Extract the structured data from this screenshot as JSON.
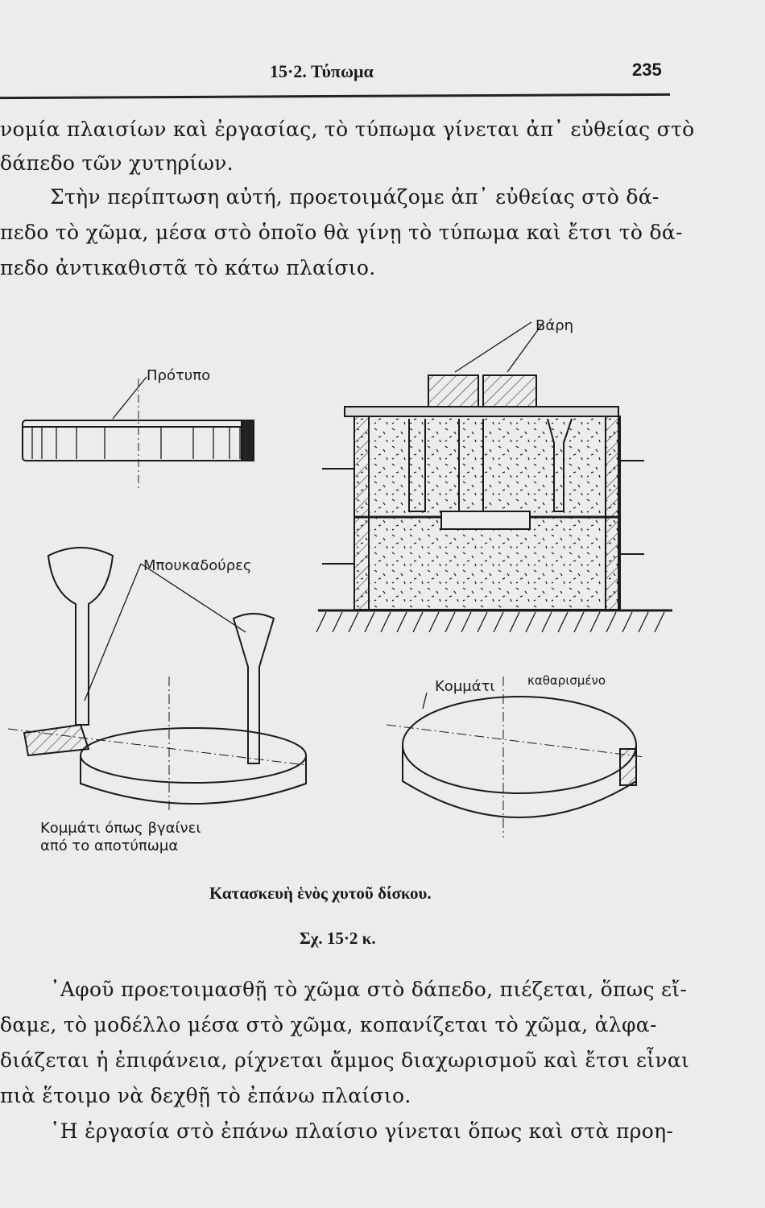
{
  "header": {
    "title": "15·2. Τύπωμα",
    "page_number": "235"
  },
  "top_text": [
    "νομία πλαισίων καὶ ἐργασίας, τὸ τύπωμα γίνεται ἀπ᾽ εὐθείας στὸ",
    "δάπεδο τῶν χυτηρίων.",
    "Στὴν περίπτωση αὐτή, προετοιμάζομε ἀπ᾽ εὐθείας στὸ δά-",
    "πεδο τὸ χῶμα, μέσα στὸ ὁποῖο θὰ γίνῃ τὸ τύπωμα καὶ ἔτσι τὸ δά-",
    "πεδο ἀντικαθιστᾶ τὸ κάτω πλαίσιο."
  ],
  "figure": {
    "labels": {
      "weights": "Βάρη",
      "pattern": "Πρότυπο",
      "sprues": "Μπουκαδούρες",
      "piece_cleaned_1": "Κομμάτι",
      "piece_cleaned_2": "καθαρισμένο",
      "piece_raw_1": "Κομμάτι όπως βγαίνει",
      "piece_raw_2": "από το αποτύπωμα"
    },
    "caption": "Κατασκευὴ ἑνὸς χυτοῦ δίσκου.",
    "number": "Σχ. 15·2 κ."
  },
  "bottom_text": [
    "᾽Αφοῦ προετοιμασθῇ τὸ χῶμα στὸ δάπεδο, πιέζεται, ὅπως εἴ-",
    "δαμε, τὸ μοδέλλο μέσα στὸ χῶμα, κοπανίζεται τὸ χῶμα, ἀλφα-",
    "διάζεται ἡ ἐπιφάνεια, ρίχνεται ἄμμος διαχωρισμοῦ καὶ ἔτσι εἶναι",
    "πιὰ ἕτοιμο νὰ δεχθῇ τὸ ἐπάνω πλαίσιο.",
    "῾Η ἐργασία στὸ ἐπάνω πλαίσιο γίνεται ὅπως καὶ στὰ προη-"
  ]
}
